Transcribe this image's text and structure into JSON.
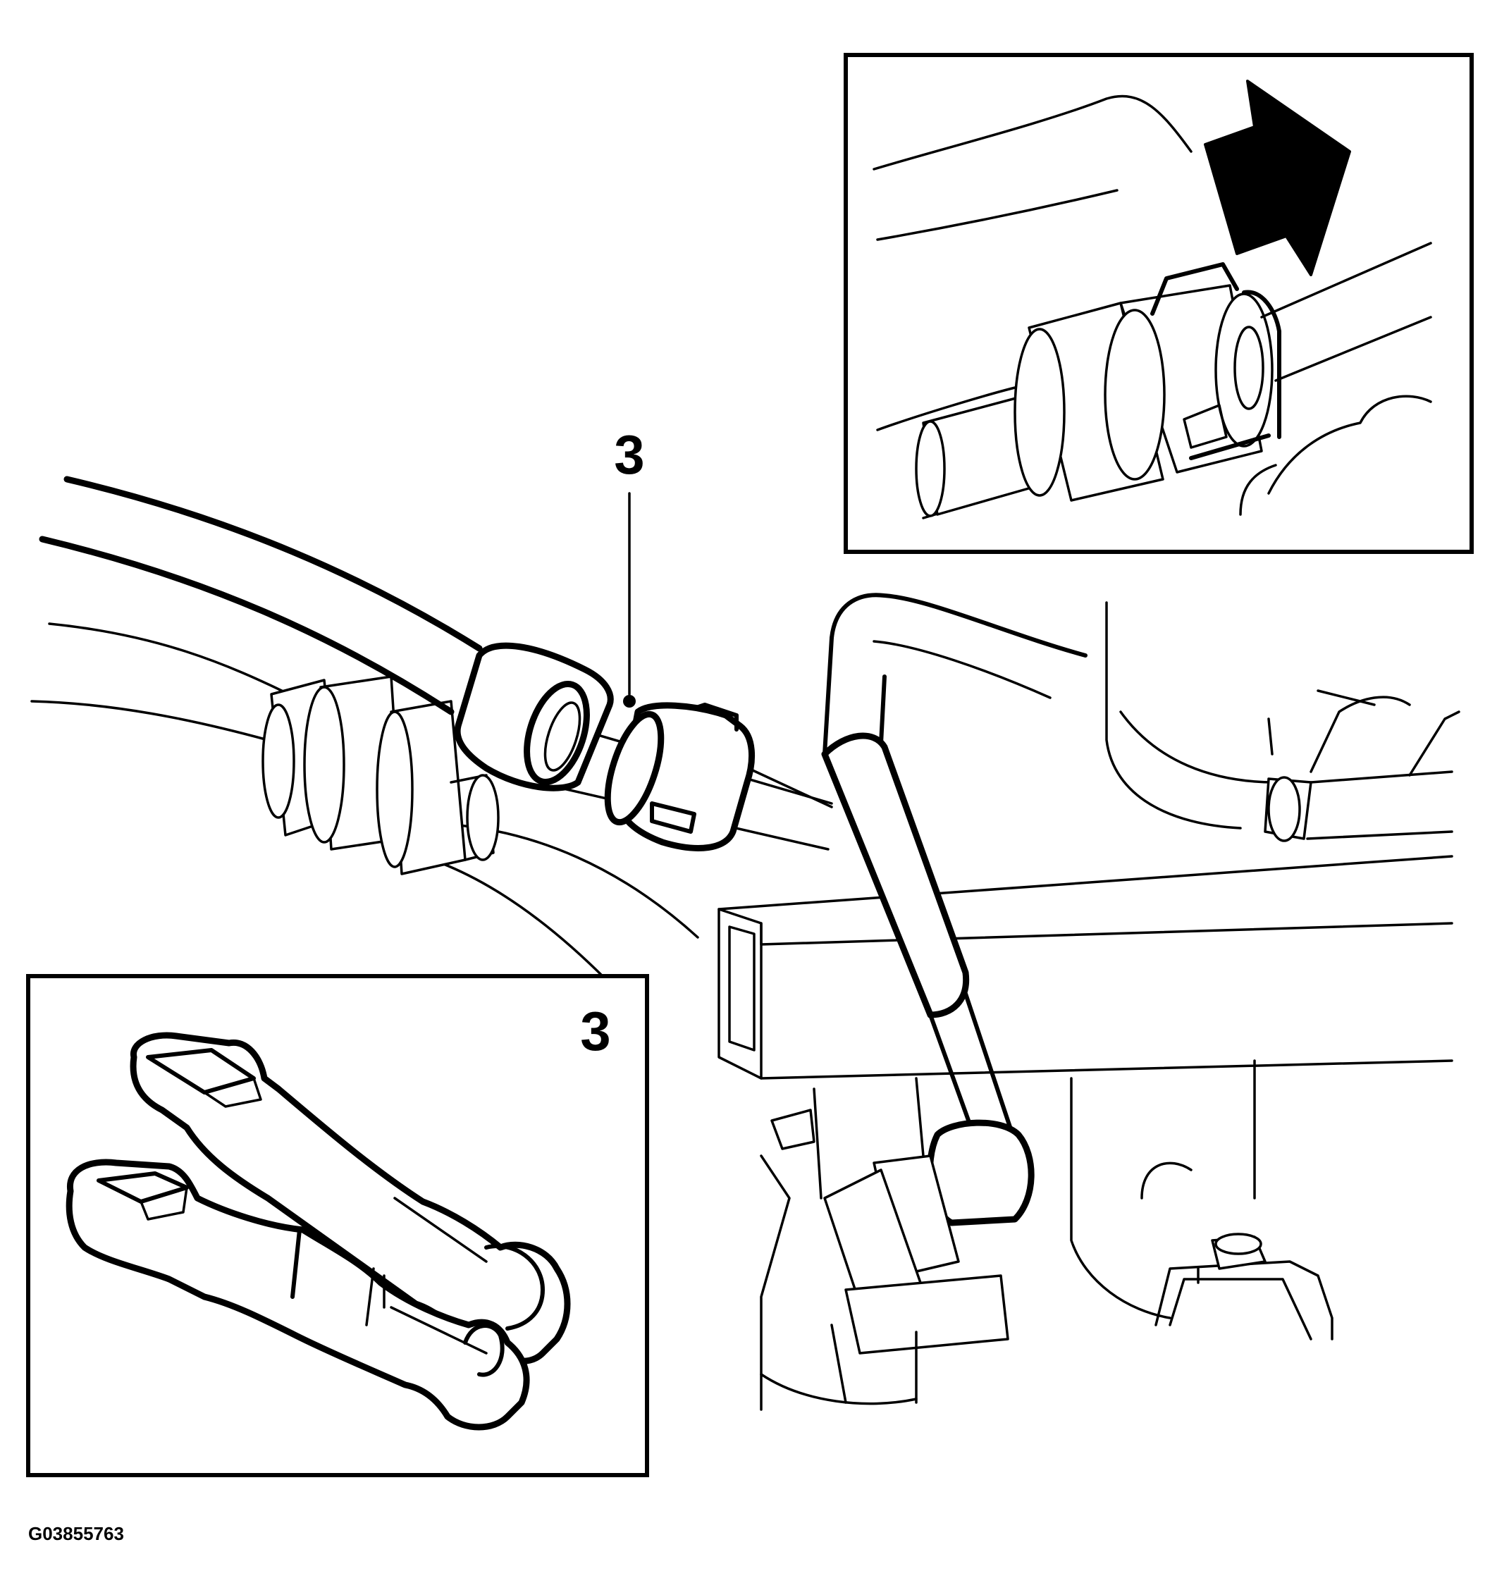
{
  "callouts": {
    "main_label": "3",
    "inset_label": "3"
  },
  "figure_code": "G03855763",
  "colors": {
    "line": "#000000",
    "background": "#ffffff"
  },
  "icons": {
    "direction_arrow": "thick-arrow-right-icon"
  }
}
